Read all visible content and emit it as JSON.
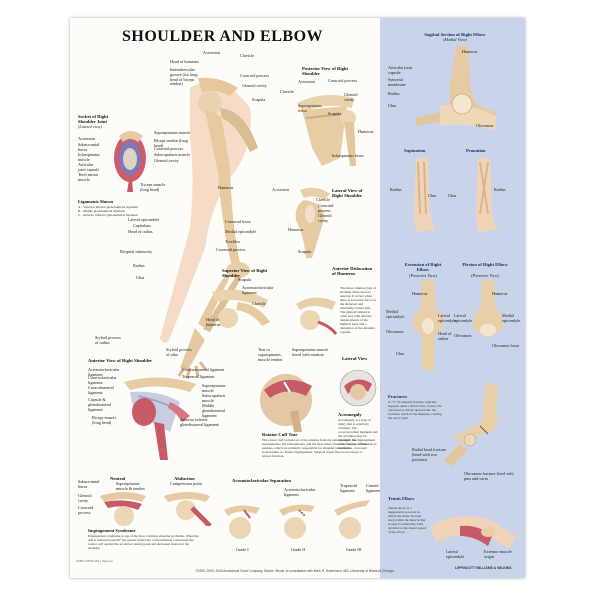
{
  "poster": {
    "title": "SHOULDER AND ELBOW",
    "copyright": "©1993, 2000, 2005 Anatomical Chart Company, Skokie, Illinois. In consultation with Mark R. Hutchinson, MD, University of Illinois at Chicago.",
    "legal": "1ISBN 1-58779-154-1 (Styrene)",
    "publisher_logo": "LIPPINCOTT WILLIAMS & WILKINS"
  },
  "socket_panel": {
    "title": "Socket of Right Shoulder Joint",
    "subtitle": "(Lateral view)",
    "labels": [
      "Acromion",
      "Supraspinatus muscle",
      "Subacromial bursa",
      "Biceps tendon (long head)",
      "Infraspinatus muscle",
      "Coracoid process",
      "Subscapularis muscle",
      "Articular joint capsule",
      "Glenoid cavity",
      "Teres minor muscle",
      "Triceps muscle (long head)"
    ],
    "ligaments_title": "Ligaments Shown",
    "ligaments": [
      "A - Superior inferior glenohumeral ligament",
      "B - Middle glenohumeral ligament",
      "C - Anterior inferior glenohumeral ligament"
    ]
  },
  "arm_labels": {
    "acromion": "Acromion",
    "clavicle": "Clavicle",
    "head_of_humerus": "Head of humerus",
    "intertubercular": "Intertubercular groove (for long head of biceps tendon)",
    "coracoid": "Coracoid process",
    "glenoid": "Glenoid cavity",
    "scapula": "Scapula",
    "humerus": "Humerus",
    "lateral_epicondyle": "Lateral epicondyle",
    "capitulum": "Capitulum",
    "head_of_radius": "Head of radius",
    "bicipital": "Bicipital tuberosity",
    "radius": "Radius",
    "ulna": "Ulna",
    "coronoid_fossa": "Coronoid fossa",
    "medial_epicondyle": "Medial epicondyle",
    "trochlea": "Trochlea",
    "coronoid_process": "Coronoid process",
    "styloid_radius": "Styloid process of radius",
    "styloid_ulna": "Styloid process of ulna"
  },
  "posterior_view": {
    "title": "Posterior View of Right Shoulder",
    "labels": [
      "Acromion",
      "Coracoid process",
      "Clavicle",
      "Glenoid cavity",
      "Supraspinatus fossa",
      "Scapula",
      "Humerus",
      "Infraspinatus fossa"
    ]
  },
  "lateral_view": {
    "title": "Lateral View of Right Shoulder",
    "labels": [
      "Acromion",
      "Clavicle",
      "Coracoid process",
      "Glenoid cavity",
      "Humerus",
      "Scapula"
    ]
  },
  "superior_view": {
    "title": "Superior View of Right Shoulder",
    "labels": [
      "Scapula",
      "Acromioclavicular ligament",
      "Clavicle",
      "Head of humerus"
    ]
  },
  "dislocation": {
    "title": "Anterior Dislocation of Humerus",
    "text": "The most common type of shoulder dislocation is anterior. It occurs when there is excessive force on the abducted and externally rotated arm. The glenoid labrum is often torn with anterior displacements of the humeral head and a disruption of the shoulder capsule."
  },
  "anterior_view": {
    "title": "Anterior View of Right Shoulder",
    "labels": [
      "Acromioclavicular ligament",
      "Coracoclavicular ligament",
      "Coracohumeral ligament",
      "Capsule & glenohumeral ligament",
      "Biceps muscle (long head)",
      "Coracoacromial ligament",
      "Trapezoid ligament",
      "Supraspinatus muscle",
      "Subscapularis muscle",
      "Middle glenohumeral ligament",
      "Anterior inferior glenohumeral ligament"
    ]
  },
  "rotator_cuff": {
    "tear_labels": [
      "Tear in supraspinatus muscle tendon",
      "Supraspinatus muscle fused with rotation"
    ],
    "title": "Rotator Cuff Tear",
    "text": "The rotator cuff is made up of the tendons from the subscapularis, the supraspinatus, the infraspinatus, and the teres minor muscles. Tearing of these tendons, which are primarily responsible for shoulder joint motion, can result from trauma or chronic impingement. Surgical repair may be necessary to restore function."
  },
  "lateral_view_small": {
    "title": "Lateral View"
  },
  "acromegaly": {
    "title": "Acromegaly",
    "text": "Acromegaly is a type of injury that is relatively common. The coracoacromial ligament and the acromion may be damaged; the impingement of the rotator cuff tendons is common."
  },
  "neutral": {
    "title": "Neutral",
    "labels": [
      "Subacromial bursa",
      "Supraspinatus muscle & tendon",
      "Glenoid cavity",
      "Coracoid process"
    ]
  },
  "abduction": {
    "title": "Abduction",
    "labels": [
      "Compression point"
    ]
  },
  "impingement": {
    "title": "Impingement Syndrome",
    "text": "Impingement syndrome is one of the most common shoulder problems. When the arm is abducted past 90° the greater tuberosity of the humerus compresses the rotator cuff against the acromion causing pain and decreased motion in the shoulder."
  },
  "separation": {
    "title": "Acromioclavicular Separation",
    "labels": [
      "Acromioclavicular ligament",
      "Trapezoid ligament",
      "Conoid ligament"
    ],
    "grades": [
      "Grade I",
      "Grade II",
      "Grade III"
    ]
  },
  "sidebar": {
    "sagittal_title": "Sagittal Section of Right Elbow",
    "sagittal_subtitle": "(Medial View)",
    "sagittal_labels": [
      "Humerus",
      "Articular joint capsule",
      "Synovial membrane",
      "Radius",
      "Ulna",
      "Olecranon"
    ],
    "supination": "Supination",
    "pronation": "Pronation",
    "supination_labels": [
      "Radius",
      "Ulna"
    ],
    "pronation_labels": [
      "Radius",
      "Ulna"
    ],
    "extension_title": "Extension of Right Elbow",
    "extension_subtitle": "(Posterior View)",
    "flexion_title": "Flexion of Right Elbow",
    "flexion_subtitle": "(Posterior View)",
    "extension_labels": [
      "Humerus",
      "Medial epicondyle",
      "Olecranon",
      "Lateral epicondyle",
      "Head of radius",
      "Ulna"
    ],
    "flexion_labels": [
      "Humerus",
      "Lateral epicondyle",
      "Medial epicondyle",
      "Olecranon",
      "Olecranon fossa"
    ],
    "fractures_title": "Fractures",
    "fractures_text": "A \"Y\" (Y-shaped) fracture, typically happens when a direct blow occurs; the olecranon is driven upward into the trochlear notch of the humerus, causing the end to split.",
    "fracture_labels": [
      "Radial head fracture (head with two portions)",
      "Olecranon fracture fixed with pins and wires"
    ],
    "tennis_title": "Tennis Elbow",
    "tennis_text": "Tennis elbow is a degenerative process in which the tissue become deep within the muscle that is used to extend the wrist attached to the lateral aspect of the elbow.",
    "tennis_labels": [
      "Lateral epicondyle",
      "Extensor muscle origin"
    ]
  }
}
